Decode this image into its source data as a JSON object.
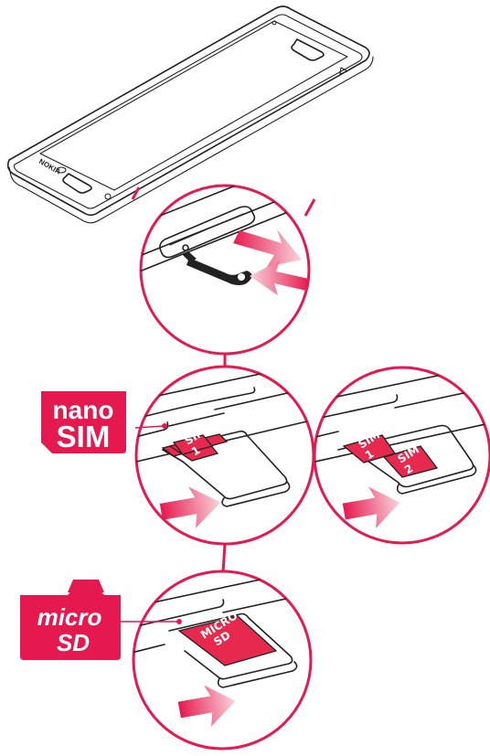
{
  "phone": {
    "brand": "NOKIA"
  },
  "badges": {
    "nano_sim": {
      "line1": "nano",
      "line2": "SIM"
    },
    "micro_sd": {
      "line1": "micro",
      "line2": "SD"
    }
  },
  "sim_cards": {
    "single": {
      "line1": "SIM",
      "line2": "1"
    },
    "dual_first": {
      "line1": "SIM",
      "line2": "1"
    },
    "dual_second": {
      "line1": "SIM",
      "line2": "2"
    }
  },
  "sd_card": {
    "line1": "MICRO",
    "line2": "SD"
  },
  "colors": {
    "accent": "#e6194f",
    "outline": "#222222",
    "arrow_fade": "#fbd3dc"
  }
}
